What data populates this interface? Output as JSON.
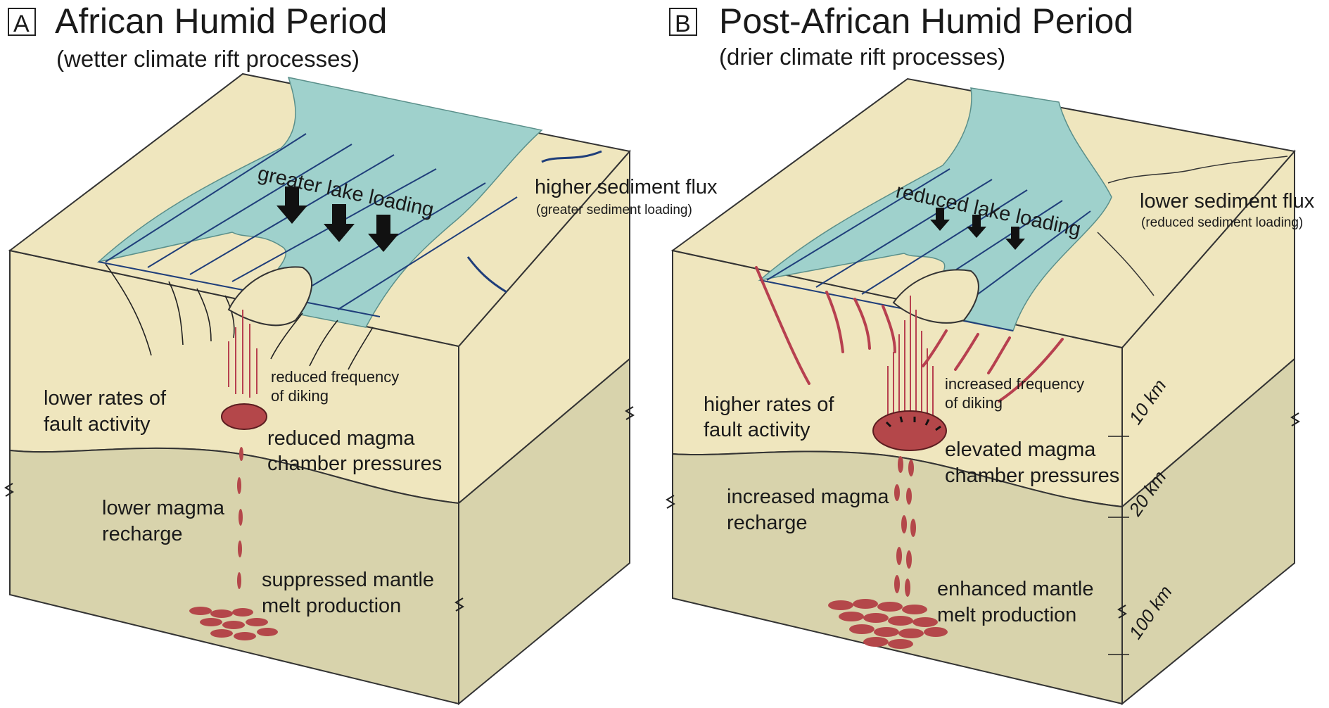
{
  "panels": [
    {
      "letter": "A",
      "title": "African Humid Period",
      "subtitle": "(wetter climate rift processes)",
      "lake_loading": "greater lake loading",
      "sediment_flux": "higher sediment flux",
      "sediment_loading": "(greater sediment loading)",
      "fault_line1": "lower rates of",
      "fault_line2": "fault activity",
      "diking_line1": "reduced frequency",
      "diking_line2": "of diking",
      "chamber_line1": "reduced magma",
      "chamber_line2": "chamber pressures",
      "recharge_line1": "lower magma",
      "recharge_line2": "recharge",
      "mantle_line1": "suppressed mantle",
      "mantle_line2": "melt production"
    },
    {
      "letter": "B",
      "title": "Post-African Humid Period",
      "subtitle": "(drier climate rift processes)",
      "lake_loading": "reduced lake loading",
      "sediment_flux": "lower sediment flux",
      "sediment_loading": "(reduced sediment loading)",
      "fault_line1": "higher rates of",
      "fault_line2": "fault activity",
      "diking_line1": "increased frequency",
      "diking_line2": "of diking",
      "chamber_line1": "elevated magma",
      "chamber_line2": "chamber pressures",
      "recharge_line1": "increased magma",
      "recharge_line2": "recharge",
      "mantle_line1": "enhanced mantle",
      "mantle_line2": "melt production"
    }
  ],
  "depth_scale": [
    "10 km",
    "20 km",
    "100 km"
  ],
  "colors": {
    "sand": "#efe6be",
    "sand_dark": "#e3d8a6",
    "lower": "#d8d3ac",
    "lake": "#9fd1cc",
    "magma": "#b4474a",
    "fault_red": "#b7404f",
    "fault_blue": "#1f3e7a",
    "line": "#2a2a2a"
  }
}
